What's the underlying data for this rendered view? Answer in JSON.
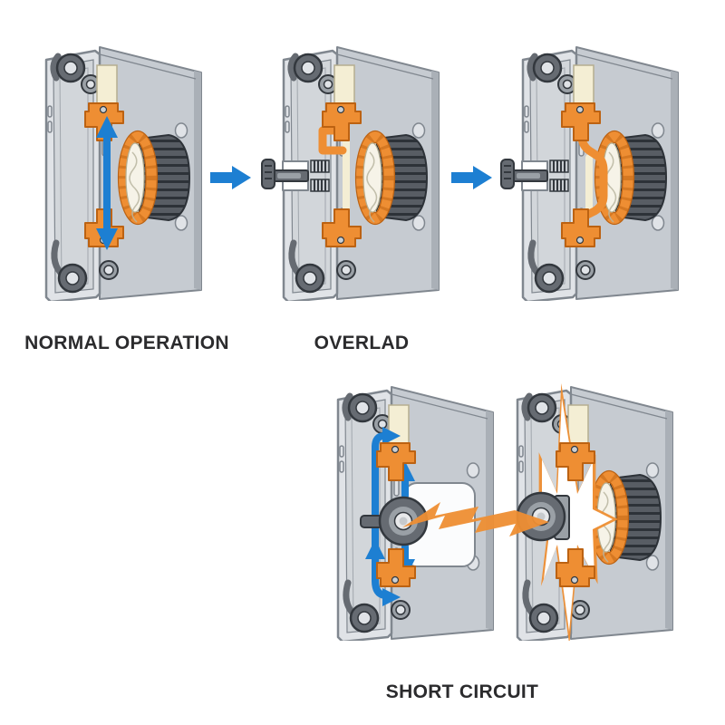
{
  "diagram": {
    "type": "circuit-breaker-operation-stages",
    "stages": [
      {
        "id": "normal-operation",
        "label": "NORMAL OPERATION"
      },
      {
        "id": "overload",
        "label": "OVERLAD"
      },
      {
        "id": "short-circuit",
        "label": "SHORT CIRCUIT"
      }
    ],
    "figures": [
      {
        "name": "breaker-contacts-closed",
        "stage": "normal-operation",
        "annotation": "vertical-current-path-arrow"
      },
      {
        "name": "breaker-thermal-tripping",
        "stage": "overload",
        "annotation": "toggle-lever-out"
      },
      {
        "name": "breaker-tripped-open",
        "stage": "overload",
        "annotation": "toggle-lever-out"
      },
      {
        "name": "breaker-magnetic-coil",
        "stage": "short-circuit",
        "annotation": "current-path-arrows"
      },
      {
        "name": "breaker-arc-flash",
        "stage": "short-circuit",
        "annotation": "arc-burst"
      }
    ],
    "connectors": [
      {
        "type": "flow-arrow-right"
      },
      {
        "type": "flow-arrow-right"
      },
      {
        "type": "lightning-bolt"
      }
    ],
    "colors": {
      "background": "#ffffff",
      "case_front": "#e0e3e7",
      "case_side": "#c6cbd1",
      "case_side_dark": "#aab0b7",
      "case_recess": "#d2d6da",
      "outline": "#80878f",
      "copper": "#ee8e33",
      "copper_dark": "#bc6212",
      "cream": "#f4eed4",
      "cream_dark": "#b5ae90",
      "metal_dark": "#666b72",
      "metal_darker": "#33383e",
      "metal_mid": "#9aa0a6",
      "metal_light": "#ccd0d4",
      "blue": "#1d7fd2",
      "fins": "#585d64",
      "fin_line": "#2d3238",
      "arc_interior": "#f6f3e8",
      "comb": "#c8ccd1",
      "text": "#2b2b2d"
    }
  }
}
